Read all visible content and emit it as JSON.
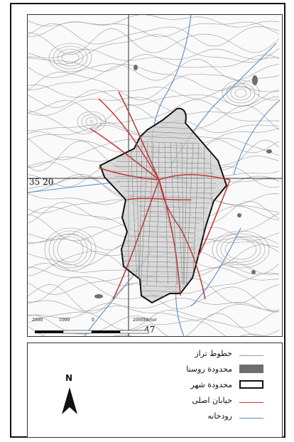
{
  "map": {
    "latitude_label": "35 20",
    "longitude_label": "47",
    "scale_ticks": [
      "2000",
      "1000",
      "0",
      "2000Meter"
    ],
    "colors": {
      "contour": "#9a9a9a",
      "village": "#6e6e6e",
      "city_boundary": "#111111",
      "main_road": "#c43232",
      "river": "#5a8bc4"
    }
  },
  "legend": {
    "north_label": "N",
    "items": [
      {
        "label": "خطوط تراز",
        "symbol": "line",
        "color": "#9a9a9a"
      },
      {
        "label": "محدودة روستا",
        "symbol": "fill",
        "color": "#6e6e6e"
      },
      {
        "label": "محدودة شهر",
        "symbol": "box",
        "color": "#111111"
      },
      {
        "label": "خیابان اصلی",
        "symbol": "line",
        "color": "#c43232"
      },
      {
        "label": "رودخانه",
        "symbol": "line",
        "color": "#5a8bc4"
      }
    ]
  }
}
